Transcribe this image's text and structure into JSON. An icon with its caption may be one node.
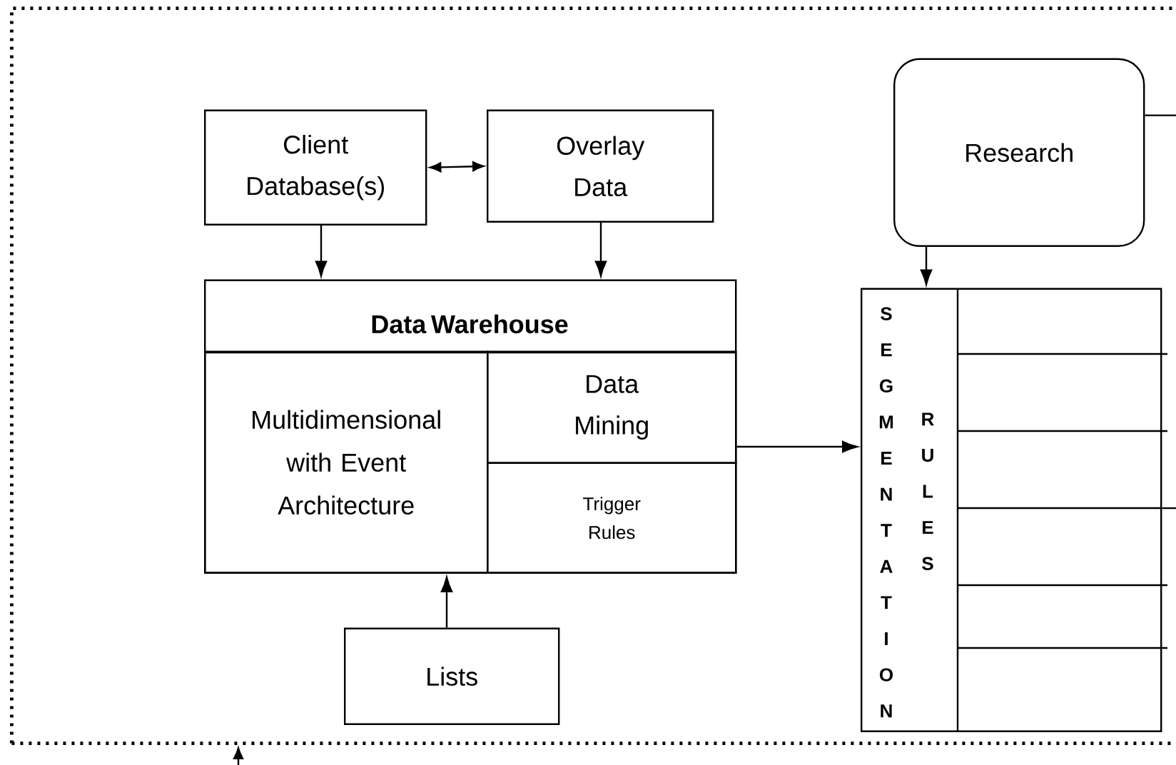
{
  "diagram": {
    "nodes": [
      {
        "text": [],
        "shape": "box"
      },
      {
        "text": [
          "Client Database(s)"
        ],
        "in": 0
      },
      {
        "text": [
          "Overlay Data"
        ],
        "in": 0
      },
      {
        "text": [
          "Data Warehouse"
        ],
        "in": 0
      },
      {
        "text": [
          "Multidimensional with Event Architecture"
        ],
        "in": 3
      },
      {
        "text": [
          "Data Mining"
        ],
        "in": 3
      },
      {
        "text": [
          "Trigger Rules"
        ],
        "in": 3
      },
      {
        "text": [
          "Lists"
        ],
        "in": 0
      },
      {
        "text": [
          "Research"
        ],
        "in": 0
      },
      {
        "text": [
          "SEGMENTATION",
          "RULES"
        ],
        "in": 0
      }
    ],
    "edges": [
      {
        "from": 1,
        "to": 2,
        "arrow": "both"
      },
      {
        "from": 1,
        "to": 3,
        "arrow": "to"
      },
      {
        "from": 2,
        "to": 3,
        "arrow": "to"
      },
      {
        "from": 7,
        "to": 4,
        "arrow": "to"
      },
      {
        "from": 5,
        "to": 9,
        "arrow": "to"
      },
      {
        "from": 8,
        "to": 9,
        "arrow": "to"
      },
      {
        "from": 8,
        "to": null,
        "arrow": "none"
      },
      {
        "from": 9,
        "to": null,
        "arrow": "none"
      },
      {
        "from": null,
        "to": 0,
        "arrow": "to"
      }
    ]
  }
}
